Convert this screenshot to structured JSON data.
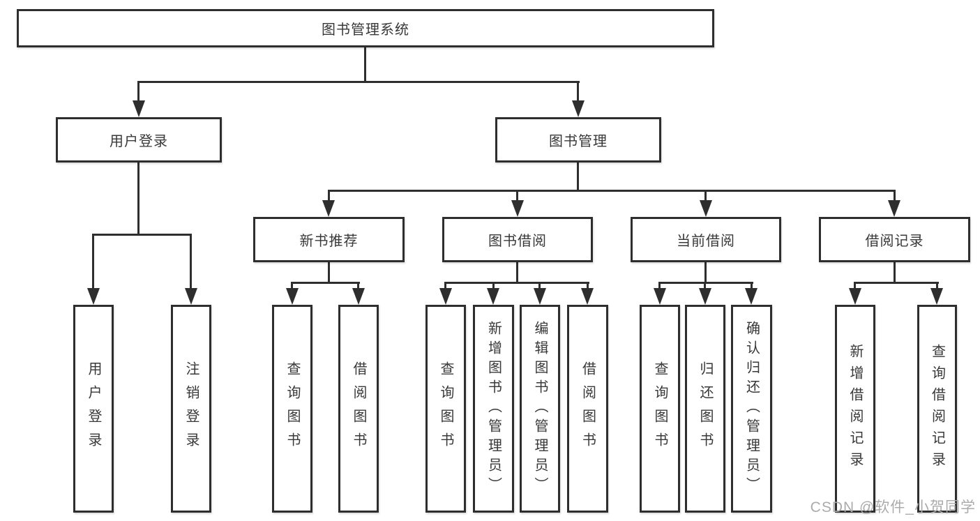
{
  "diagram_title": "图书管理系统",
  "nodes": {
    "root": "图书管理系统",
    "user_login": "用户登录",
    "book_management": "图书管理",
    "new_book_recommend": "新书推荐",
    "book_borrowing": "图书借阅",
    "current_borrowing": "当前借阅",
    "borrowing_records": "借阅记录"
  },
  "leaves": {
    "user_login_login": "用户登录",
    "user_login_logout": "注销登录",
    "recommend_query_book": "查询图书",
    "recommend_borrow_book": "借阅图书",
    "borrowing_query_book": "查询图书",
    "borrowing_add_book": "新增图书（管理员）",
    "borrowing_edit_book": "编辑图书（管理员）",
    "borrowing_borrow_book": "借阅图书",
    "current_query_book": "查询图书",
    "current_return_book": "归还图书",
    "current_confirm_return": "确认归还（管理员）",
    "records_add_record": "新增借阅记录",
    "records_query_record": "查询借阅记录"
  },
  "watermark": "CSDN @软件_小贺同学",
  "colors": {
    "line": "#2e2e2e",
    "text": "#383838",
    "watermark": "#ababab",
    "background": "#ffffff"
  }
}
